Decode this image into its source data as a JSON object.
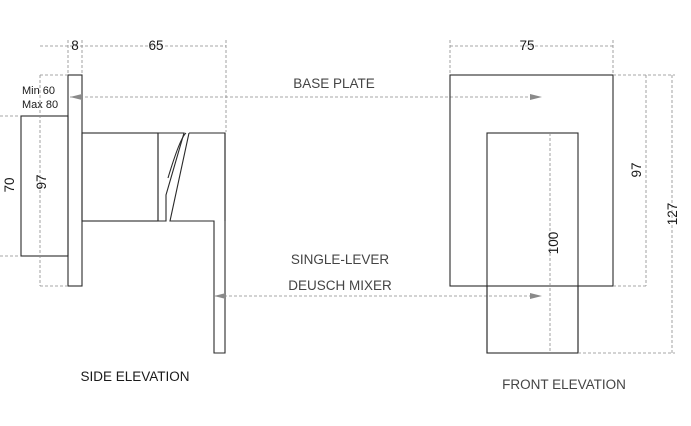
{
  "side_elevation": {
    "title": "SIDE ELEVATION",
    "dims": {
      "plate_thickness": "8",
      "body_depth": "65",
      "depth_min": "Min 60",
      "depth_max": "Max 80",
      "height_outer": "70",
      "height_inner": "97"
    }
  },
  "front_elevation": {
    "title": "FRONT ELEVATION",
    "dims": {
      "width": "75",
      "plate_height": "97",
      "overall_height": "127",
      "lever_height": "100"
    }
  },
  "callouts": {
    "base_plate": "BASE PLATE",
    "mixer_line1": "SINGLE-LEVER",
    "mixer_line2": "DEUSCH MIXER"
  },
  "colors": {
    "outline": "#2a2a2a",
    "dimension": "#8a8a8a"
  }
}
